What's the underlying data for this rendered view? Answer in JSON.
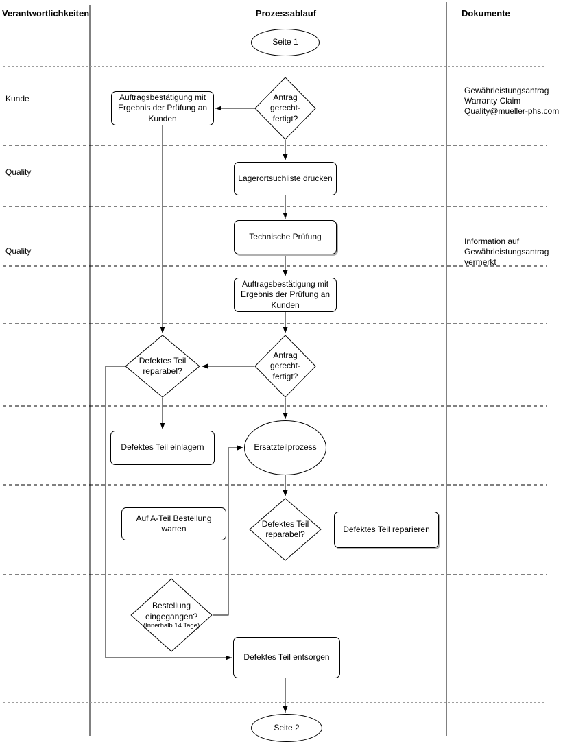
{
  "header": {
    "responsibilities": "Verantwortlichkeiten",
    "process": "Prozessablauf",
    "documents": "Dokumente"
  },
  "lanes": [
    {
      "label": "Kunde"
    },
    {
      "label": "Quality"
    },
    {
      "label": "Quality"
    }
  ],
  "documents": {
    "warranty_claim": {
      "line1": "Gewährleistungsantrag",
      "line2": "Warranty Claim",
      "line3": "Quality@mueller-phs.com"
    },
    "info_note": {
      "line1": "Information auf",
      "line2": "Gewährleistungsantrag",
      "line3": "vermerkt"
    }
  },
  "nodes": {
    "page1": {
      "type": "start",
      "label": "Seite 1"
    },
    "antrag_check_1": {
      "type": "decision",
      "label": "Antrag gerecht­fertigt?",
      "display": "Antrag gerecht- fertigt?"
    },
    "auftragsbestaetigung_1": {
      "type": "process",
      "label": "Auftragsbestätigung mit Ergebnis der Prüfung an Kunden"
    },
    "lagerortsuchliste": {
      "type": "process",
      "label": "Lagerortsuchliste drucken"
    },
    "technische_pruefung": {
      "type": "process",
      "label": "Technische Prüfung"
    },
    "auftragsbestaetigung_2": {
      "type": "process",
      "label": "Auftragsbestätigung mit Ergebnis der Prüfung an Kunden"
    },
    "antrag_check_2": {
      "type": "decision",
      "label": "Antrag gerecht­fertigt?",
      "display": "Antrag gerecht- fertigt?"
    },
    "reparabel_check_1": {
      "type": "decision",
      "label": "Defektes Teil reparabel?"
    },
    "teil_einlagern": {
      "type": "process",
      "label": "Defektes Teil einlagern"
    },
    "ersatzteilprozess": {
      "type": "subprocess",
      "label": "Ersatzteilprozess"
    },
    "a_teil_warten": {
      "type": "process",
      "label": "Auf A-Teil Bestellung warten"
    },
    "reparabel_check_2": {
      "type": "decision",
      "label": "Defektes Teil reparabel?"
    },
    "teil_reparieren": {
      "type": "process",
      "label": "Defektes Teil reparieren"
    },
    "bestellung_check": {
      "type": "decision",
      "label": "Bestellung eingegangen?",
      "note": "(Innerhalb 14 Tage)"
    },
    "teil_entsorgen": {
      "type": "process",
      "label": "Defektes Teil entsorgen"
    },
    "page2": {
      "type": "end",
      "label": "Seite 2"
    }
  },
  "edges": [
    {
      "from": "antrag_check_1",
      "to": "auftragsbestaetigung_1"
    },
    {
      "from": "antrag_check_1",
      "to": "lagerortsuchliste"
    },
    {
      "from": "auftragsbestaetigung_1",
      "to": "reparabel_check_1"
    },
    {
      "from": "lagerortsuchliste",
      "to": "technische_pruefung"
    },
    {
      "from": "technische_pruefung",
      "to": "auftragsbestaetigung_2"
    },
    {
      "from": "auftragsbestaetigung_2",
      "to": "antrag_check_2"
    },
    {
      "from": "antrag_check_2",
      "to": "reparabel_check_1"
    },
    {
      "from": "antrag_check_2",
      "to": "ersatzteilprozess"
    },
    {
      "from": "reparabel_check_1",
      "to": "teil_einlagern"
    },
    {
      "from": "reparabel_check_1",
      "to": "teil_entsorgen"
    },
    {
      "from": "ersatzteilprozess",
      "to": "reparabel_check_2"
    },
    {
      "from": "bestellung_check",
      "to": "ersatzteilprozess"
    },
    {
      "from": "teil_entsorgen",
      "to": "page2"
    }
  ],
  "colors": {
    "stroke": "#000000",
    "fill": "#ffffff",
    "shadow": "#b0b0b0",
    "page_separator": "#9e9e9e"
  }
}
